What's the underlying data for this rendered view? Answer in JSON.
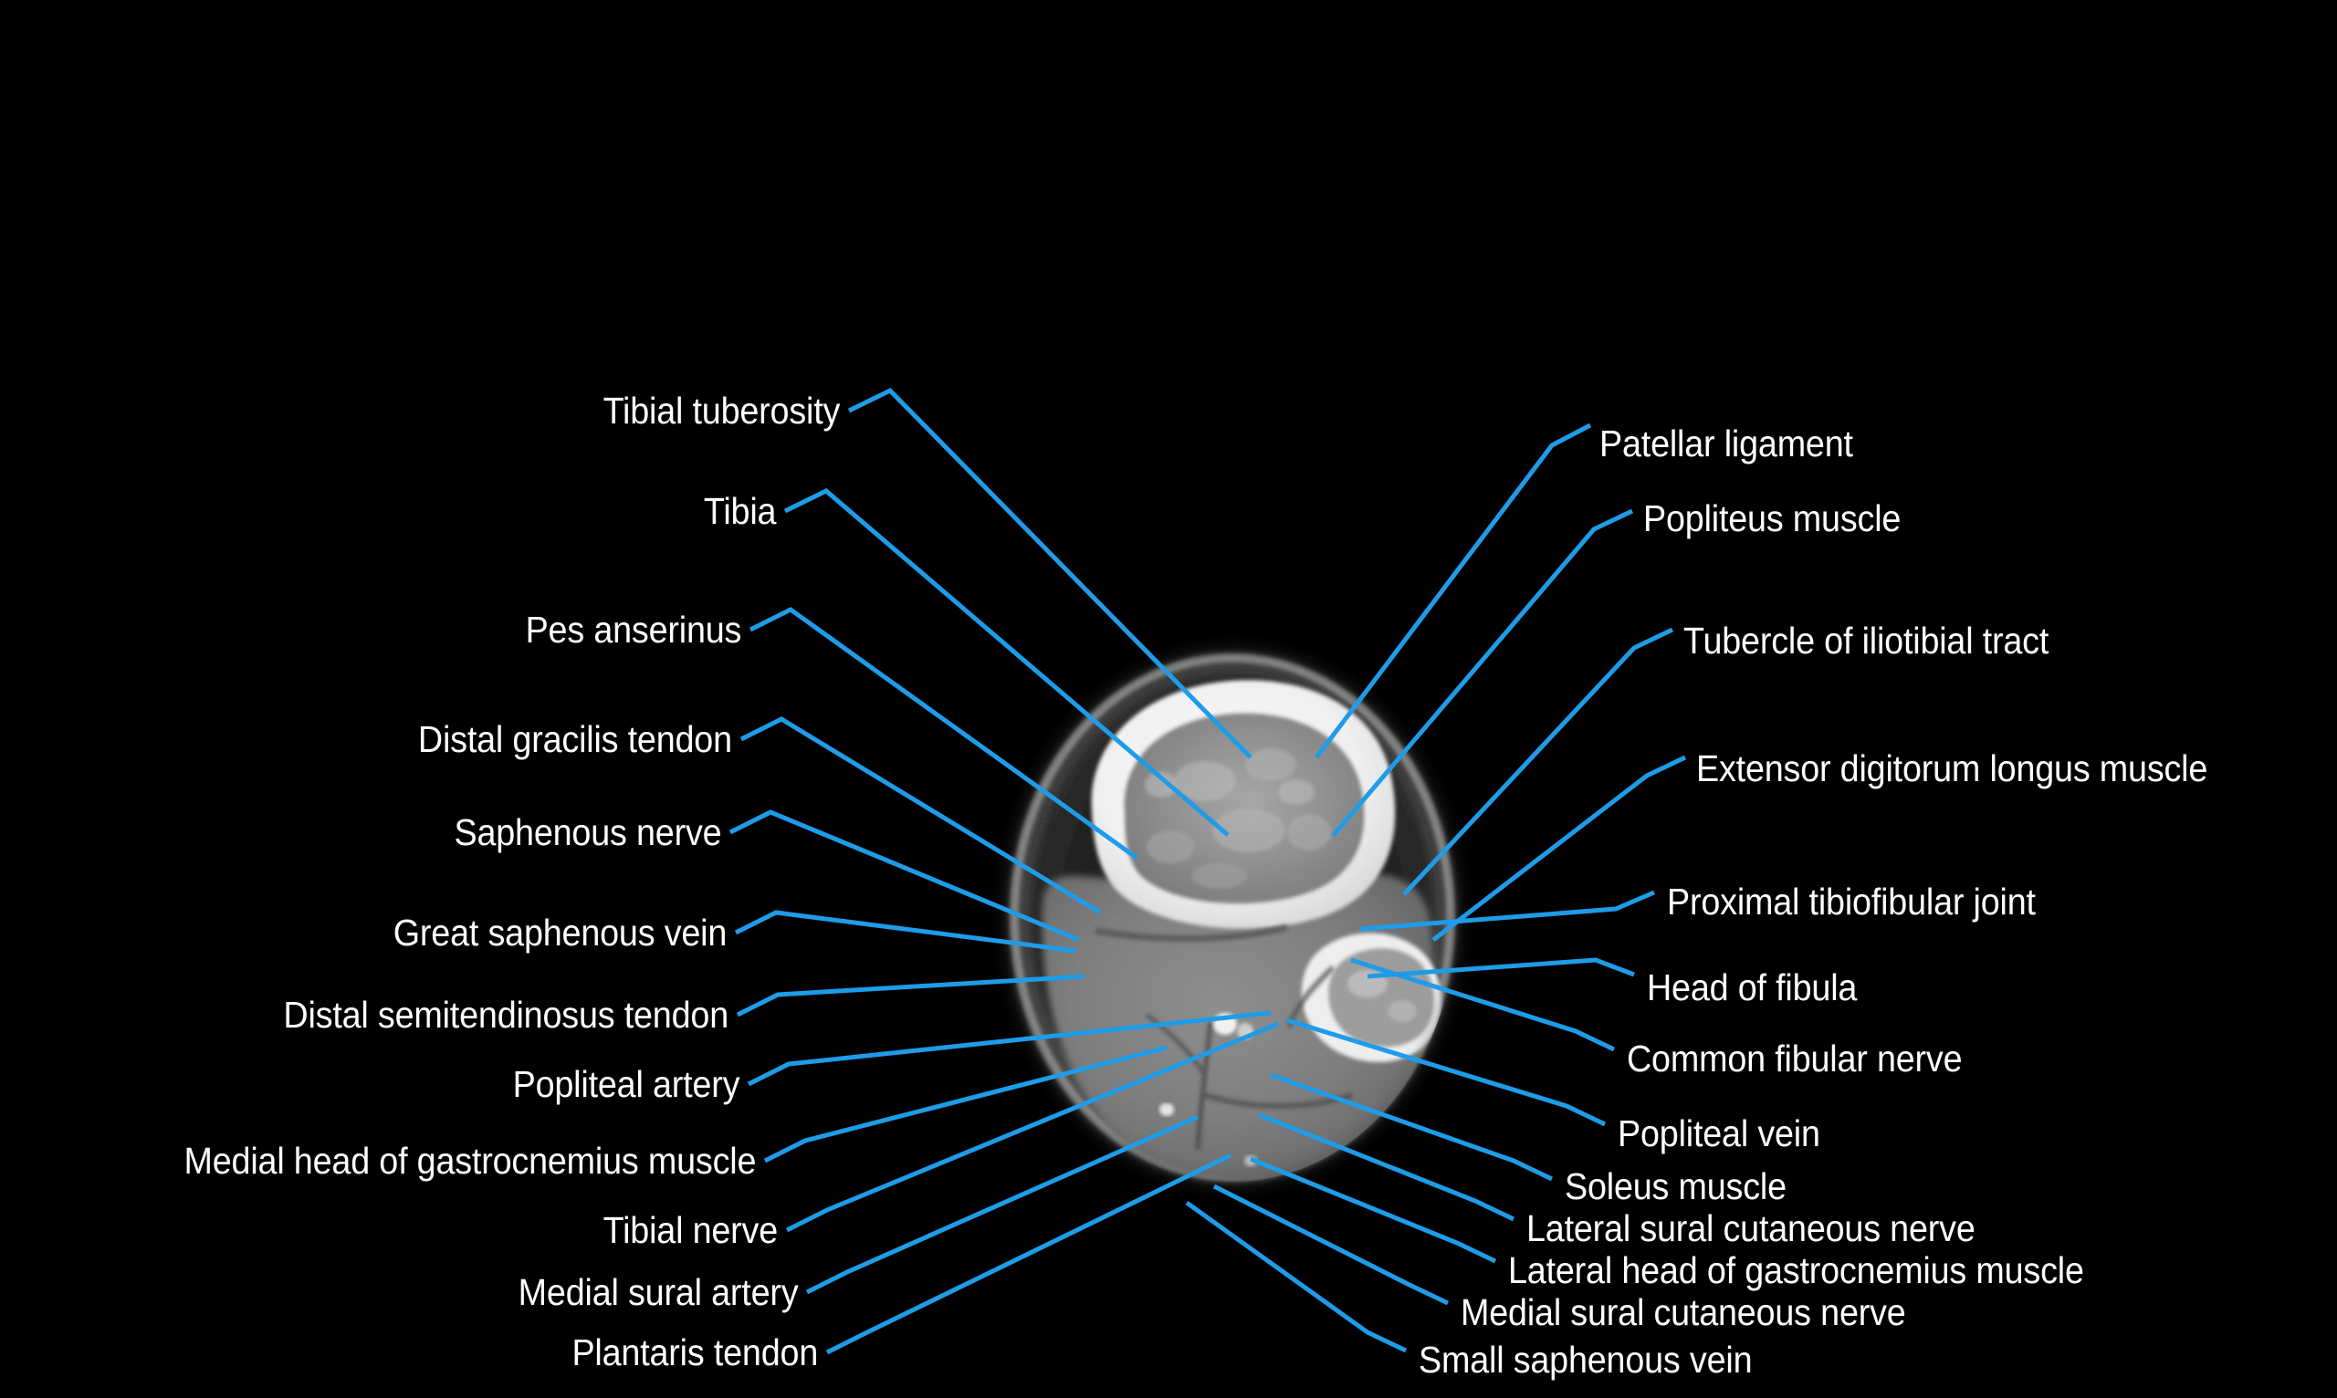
{
  "figure": {
    "kind": "annotated-ct-axial-slice",
    "region": "proximal leg / knee (axial CT)",
    "background_color": "#000000",
    "leader_color": "#1E9CE8",
    "label_color": "#FFFFFF"
  },
  "labels_left": [
    {
      "id": "tibial-tuberosity",
      "text": "Tibial tuberosity"
    },
    {
      "id": "tibia",
      "text": "Tibia"
    },
    {
      "id": "pes-anserinus",
      "text": "Pes anserinus"
    },
    {
      "id": "distal-gracilis-tendon",
      "text": "Distal gracilis tendon"
    },
    {
      "id": "saphenous-nerve",
      "text": "Saphenous nerve"
    },
    {
      "id": "great-saphenous-vein",
      "text": "Great saphenous vein"
    },
    {
      "id": "distal-semitendinosus-tendon",
      "text": "Distal semitendinosus tendon"
    },
    {
      "id": "popliteal-artery",
      "text": "Popliteal artery"
    },
    {
      "id": "medial-head-of-gastrocnemius-muscle",
      "text": "Medial head of gastrocnemius muscle"
    },
    {
      "id": "tibial-nerve",
      "text": "Tibial nerve"
    },
    {
      "id": "medial-sural-artery",
      "text": "Medial sural artery"
    },
    {
      "id": "plantaris-tendon",
      "text": "Plantaris tendon"
    }
  ],
  "labels_right": [
    {
      "id": "patellar-ligament",
      "text": "Patellar ligament"
    },
    {
      "id": "popliteus-muscle",
      "text": "Popliteus muscle"
    },
    {
      "id": "tubercle-of-iliotibial-tract",
      "text": "Tubercle of iliotibial tract"
    },
    {
      "id": "extensor-digitorum-longus-muscle",
      "text": "Extensor digitorum longus muscle"
    },
    {
      "id": "proximal-tibiofibular-joint",
      "text": "Proximal tibiofibular joint"
    },
    {
      "id": "head-of-fibula",
      "text": "Head of fibula"
    },
    {
      "id": "common-fibular-nerve",
      "text": "Common fibular nerve"
    },
    {
      "id": "popliteal-vein",
      "text": "Popliteal vein"
    },
    {
      "id": "soleus-muscle",
      "text": "Soleus muscle"
    },
    {
      "id": "lateral-sural-cutaneous-nerve",
      "text": "Lateral sural cutaneous nerve"
    },
    {
      "id": "lateral-head-of-gastrocnemius-muscle",
      "text": "Lateral head of gastrocnemius muscle"
    },
    {
      "id": "medial-sural-cutaneous-nerve",
      "text": "Medial sural cutaneous nerve"
    },
    {
      "id": "small-saphenous-vein",
      "text": "Small saphenous vein"
    }
  ]
}
